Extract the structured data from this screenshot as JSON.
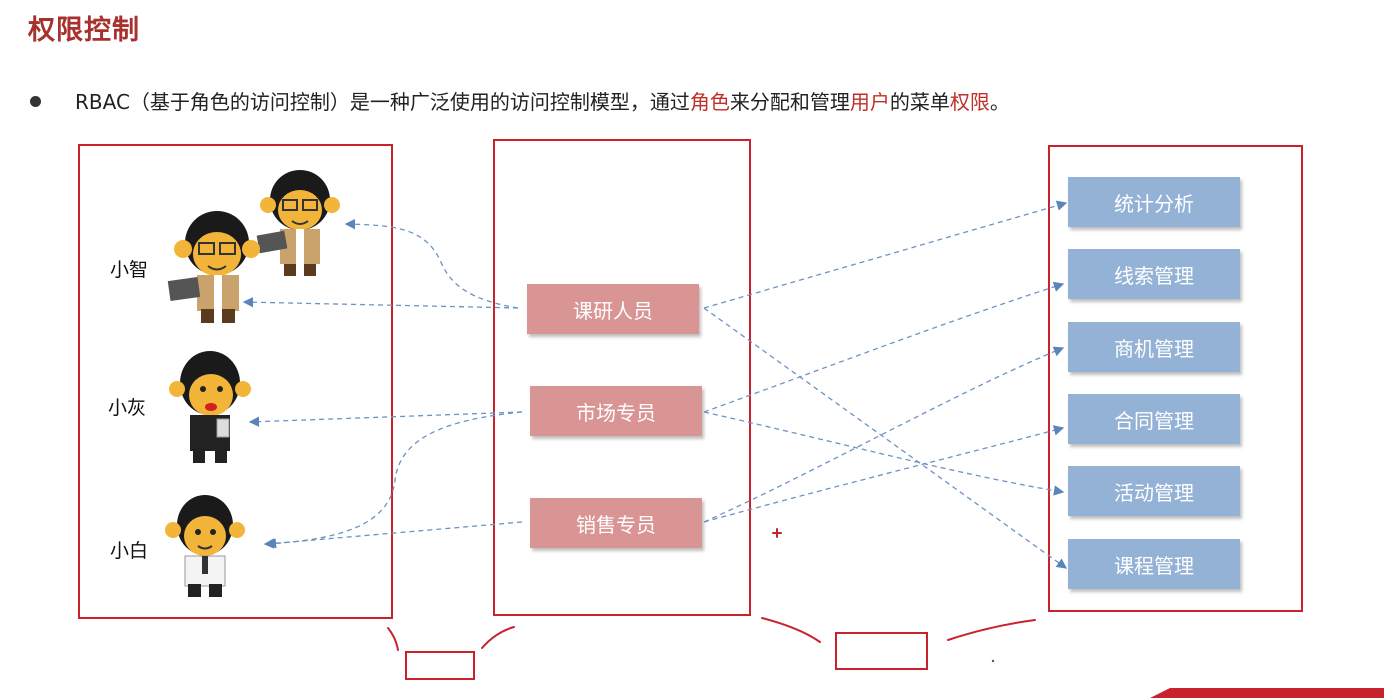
{
  "title": "权限控制",
  "bullet": {
    "part1": "RBAC（基于角色的访问控制）是一种广泛使用的访问控制模型，通过",
    "hl1": "角色",
    "part2": "来分配和管理",
    "hl2": "用户",
    "part3": "的菜单",
    "hl3": "权限",
    "part4": "。"
  },
  "users": [
    {
      "name": "小智",
      "icon": "monkey-with-laptop-icon"
    },
    {
      "name": "小灰",
      "icon": "monkey-with-phone-icon"
    },
    {
      "name": "小白",
      "icon": "monkey-in-shirt-icon"
    }
  ],
  "roles": [
    "课研人员",
    "市场专员",
    "销售专员"
  ],
  "permissions": [
    "统计分析",
    "线索管理",
    "商机管理",
    "合同管理",
    "活动管理",
    "课程管理"
  ],
  "colors": {
    "title": "#a8312e",
    "frame": "#c8232c",
    "role_box": "#d99494",
    "permission_box": "#93b2d6",
    "arrow": "#5a85b8",
    "highlight": "#c0302b"
  }
}
